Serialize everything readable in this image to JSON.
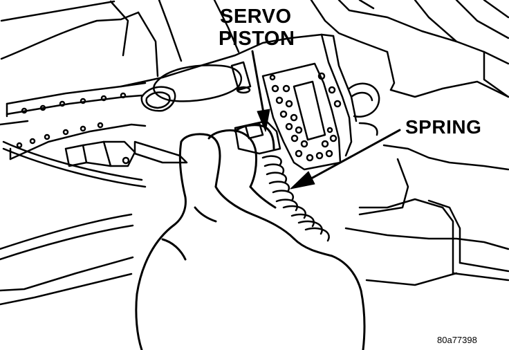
{
  "labels": {
    "servo_piston_line1": "SERVO",
    "servo_piston_line2": "PISTON",
    "spring": "SPRING"
  },
  "figure_id": "80a77398",
  "colors": {
    "line": "#000000",
    "background": "#ffffff"
  }
}
